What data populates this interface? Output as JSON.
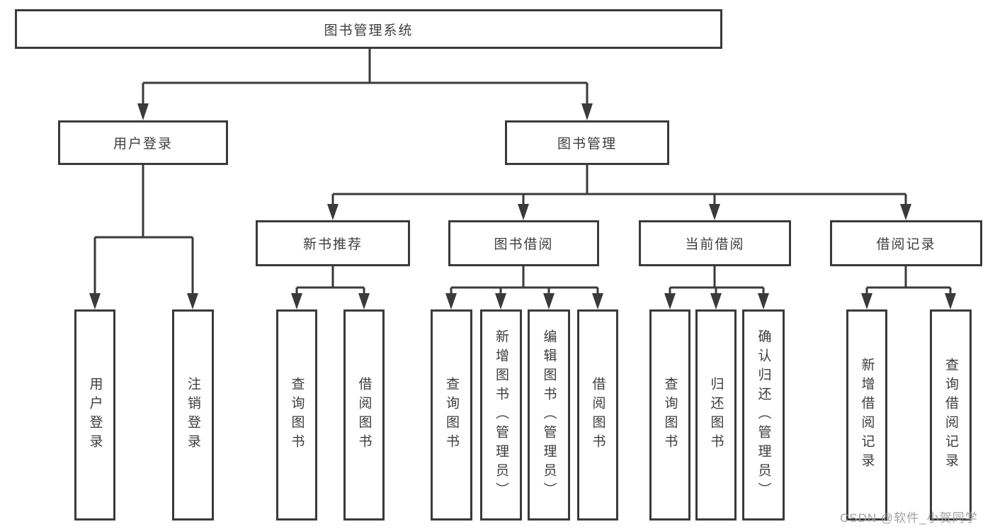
{
  "title": "图书管理系统",
  "tree": {
    "label": "图书管理系统",
    "children": [
      {
        "label": "用户登录",
        "children": [
          {
            "label": "用户登录"
          },
          {
            "label": "注销登录"
          }
        ]
      },
      {
        "label": "图书管理",
        "children": [
          {
            "label": "新书推荐",
            "children": [
              {
                "label": "查询图书"
              },
              {
                "label": "借阅图书"
              }
            ]
          },
          {
            "label": "图书借阅",
            "children": [
              {
                "label": "查询图书"
              },
              {
                "label": "新增图书（管理员）"
              },
              {
                "label": "编辑图书（管理员）"
              },
              {
                "label": "借阅图书"
              }
            ]
          },
          {
            "label": "当前借阅",
            "children": [
              {
                "label": "查询图书"
              },
              {
                "label": "归还图书"
              },
              {
                "label": "确认归还（管理员）"
              }
            ]
          },
          {
            "label": "借阅记录",
            "children": [
              {
                "label": "新增借阅记录"
              },
              {
                "label": "查询借阅记录"
              }
            ]
          }
        ]
      }
    ]
  },
  "watermark": {
    "text": "CSDN @软件_小贺同学"
  },
  "colors": {
    "line": "#3a3a3a",
    "box_border": "#3a3a3a",
    "text": "#3d3d3d",
    "watermark": "#9f9f9f",
    "background": "#ffffff"
  }
}
